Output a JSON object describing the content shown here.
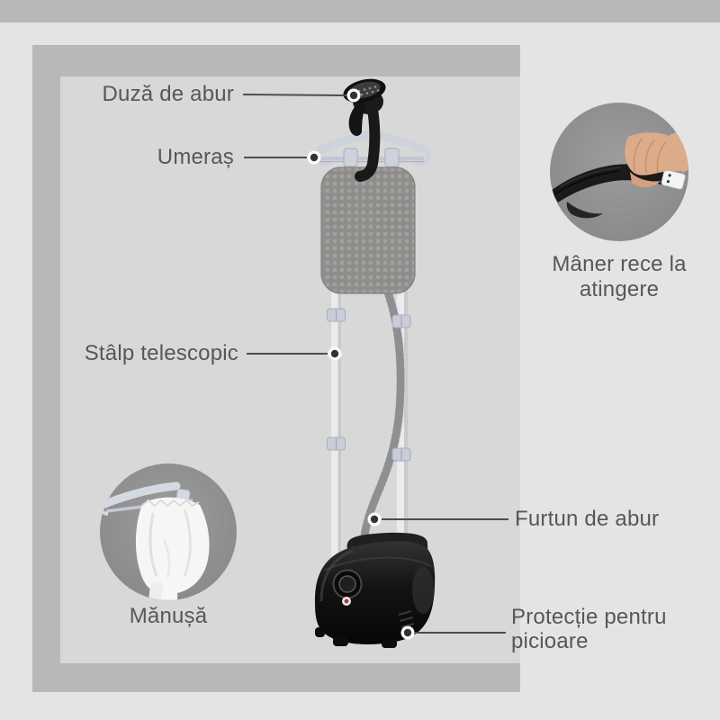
{
  "diagram": {
    "subject": "garment-steamer-parts-diagram",
    "language": "ro"
  },
  "callouts": {
    "steam_nozzle": {
      "label": "Duză de abur"
    },
    "hanger": {
      "label": "Umeraș"
    },
    "telescopic_pole": {
      "label": "Stâlp telescopic"
    },
    "cool_touch_handle": {
      "label": "Mâner rece la atingere"
    },
    "steam_hose": {
      "label": "Furtun de abur"
    },
    "glove": {
      "label": "Mănușă"
    },
    "foot_protection": {
      "label": "Protecție pentru picioare"
    }
  },
  "colors": {
    "page_background": "#e4e4e4",
    "top_band": "#b8b8b8",
    "gray_frame": "#b8b8b8",
    "inner_panel": "#d8d8d8",
    "label_text": "#57575a",
    "leader_line": "#4d4d4d",
    "inset_circle": "#8e8e8e",
    "product_black": "#161616",
    "pole_white": "#ebebed",
    "hanger_gray": "#ced2dd",
    "pad_gray": "#8f8d8c",
    "glove_white": "#f6f6f6",
    "hand_skin": "#dcab89"
  }
}
